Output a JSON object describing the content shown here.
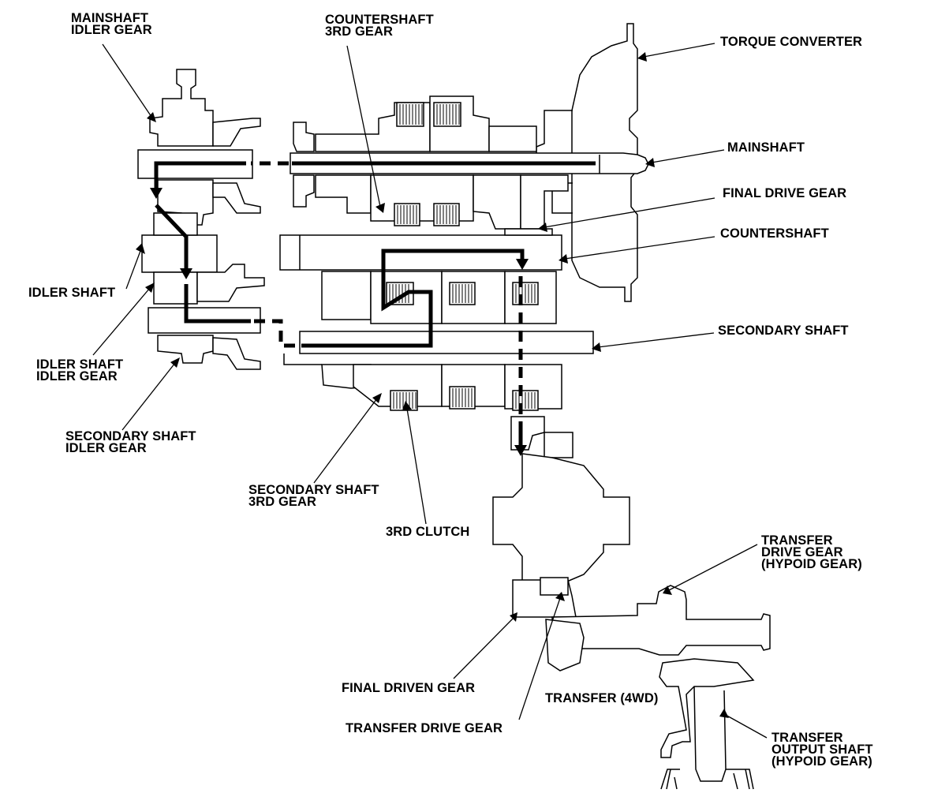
{
  "labels": {
    "mainshaft_idler_gear": [
      "MAINSHAFT",
      "IDLER GEAR"
    ],
    "countershaft_3rd_gear": [
      "COUNTERSHAFT",
      "3RD GEAR"
    ],
    "torque_converter": "TORQUE CONVERTER",
    "mainshaft": "MAINSHAFT",
    "final_drive_gear": "FINAL DRIVE GEAR",
    "countershaft": "COUNTERSHAFT",
    "idler_shaft": "IDLER SHAFT",
    "secondary_shaft": "SECONDARY SHAFT",
    "idler_shaft_idler_gear": [
      "IDLER SHAFT",
      "IDLER GEAR"
    ],
    "secondary_shaft_idler_gear": [
      "SECONDARY SHAFT",
      "IDLER GEAR"
    ],
    "secondary_shaft_3rd_gear": [
      "SECONDARY SHAFT",
      "3RD GEAR"
    ],
    "third_clutch": "3RD CLUTCH",
    "transfer_drive_gear_hypoid": [
      "TRANSFER",
      "DRIVE GEAR",
      "(HYPOID GEAR)"
    ],
    "final_driven_gear": "FINAL DRIVEN GEAR",
    "transfer_4wd": "TRANSFER (4WD)",
    "transfer_drive_gear": "TRANSFER DRIVE GEAR",
    "transfer_output_shaft": [
      "TRANSFER",
      "OUTPUT SHAFT",
      "(HYPOID GEAR)"
    ]
  },
  "colors": {
    "ink": "#000000",
    "background": "#ffffff"
  }
}
